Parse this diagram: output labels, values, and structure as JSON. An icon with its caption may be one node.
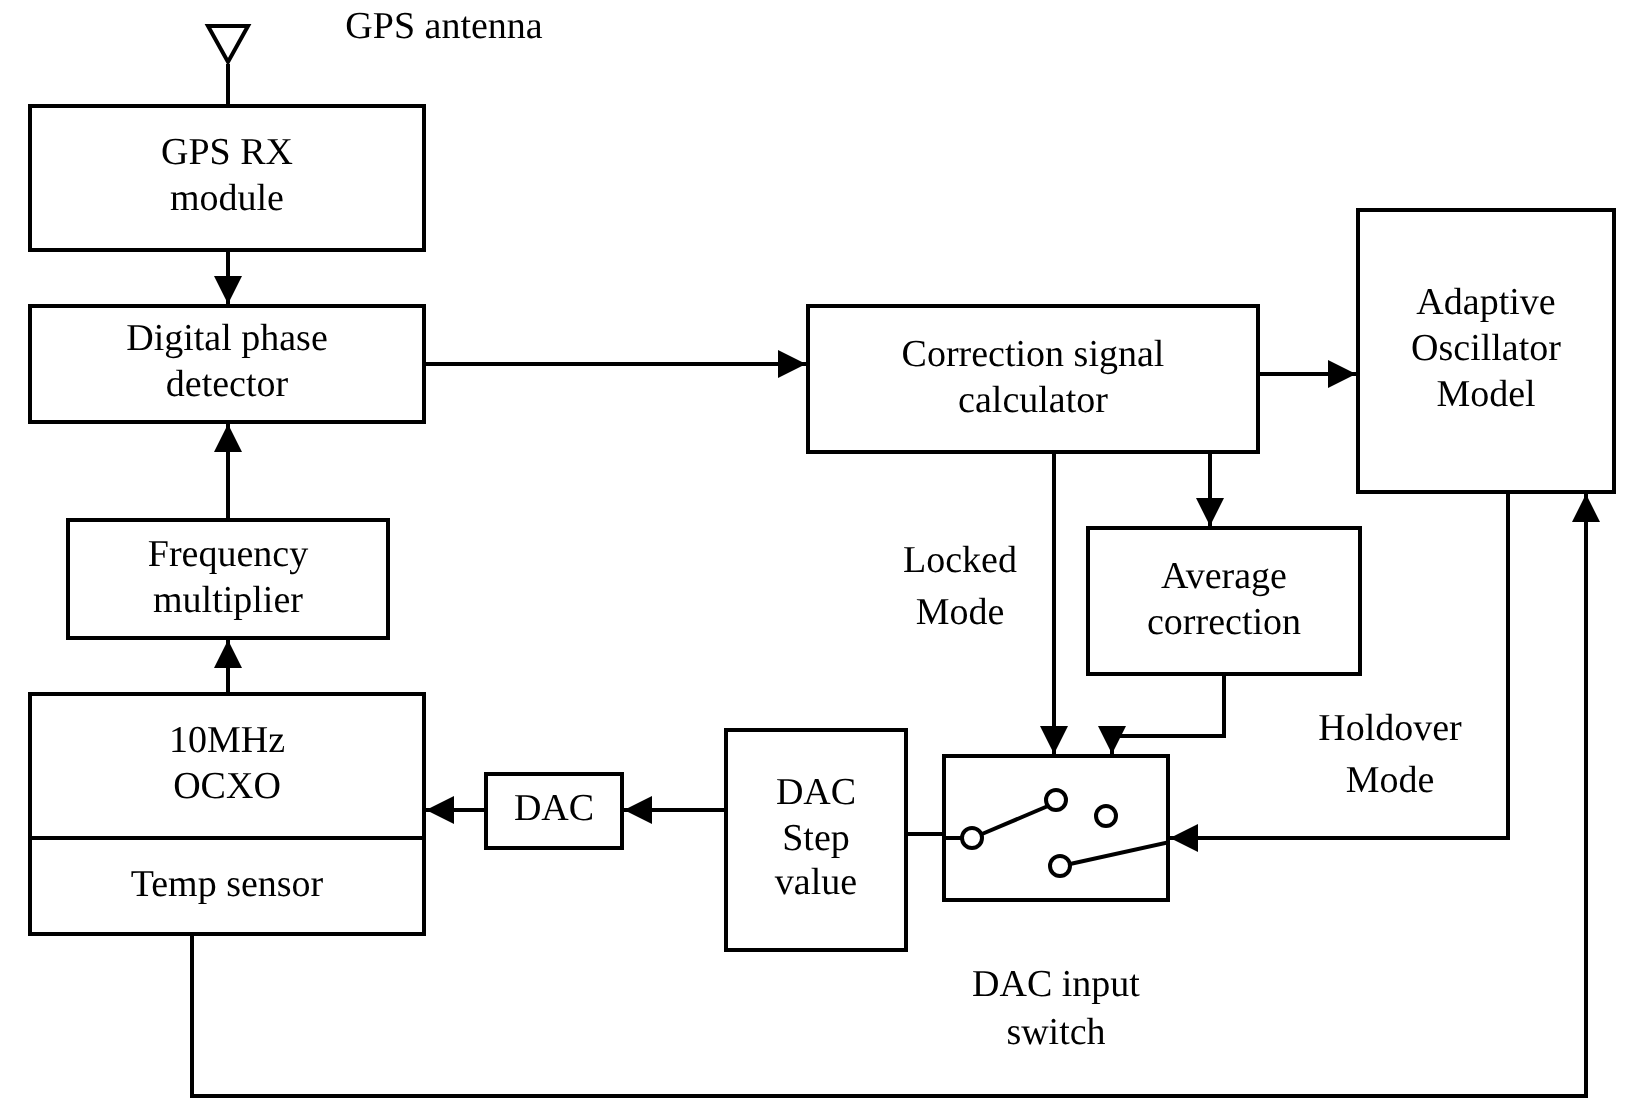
{
  "diagram": {
    "nodes": [
      {
        "text": [],
        "shape": "antenna",
        "beside": [
          "GPS antenna"
        ]
      },
      {
        "text": [
          "GPS RX module"
        ]
      },
      {
        "text": [
          "Digital phase detector"
        ]
      },
      {
        "text": [
          "Correction signal calculator"
        ]
      },
      {
        "text": [
          "Adaptive Oscillator Model"
        ]
      },
      {
        "text": [
          "Frequency multiplier"
        ]
      },
      {
        "text": [
          "Average correction"
        ]
      },
      {
        "text": [
          "10MHz OCXO"
        ]
      },
      {
        "text": [
          "Temp sensor"
        ],
        "in": 7
      },
      {
        "text": [
          "DAC"
        ]
      },
      {
        "text": [
          "DAC Step value"
        ]
      },
      {
        "text": [],
        "shape": "box",
        "beside": [
          "DAC input switch"
        ]
      }
    ],
    "edges": [
      {
        "from": 0,
        "to": 1,
        "arrow": "none"
      },
      {
        "from": 1,
        "to": 2,
        "arrow": "to"
      },
      {
        "from": 2,
        "to": 3,
        "arrow": "to"
      },
      {
        "from": 3,
        "to": 4,
        "arrow": "to"
      },
      {
        "from": 3,
        "to": 6,
        "arrow": "to"
      },
      {
        "from": 3,
        "to": 11,
        "arrow": "to",
        "label": "Locked Mode"
      },
      {
        "from": 6,
        "to": 11,
        "arrow": "to"
      },
      {
        "from": 4,
        "to": 11,
        "arrow": "to",
        "label": "Holdover Mode"
      },
      {
        "from": 11,
        "to": 10,
        "arrow": "none"
      },
      {
        "from": 10,
        "to": 9,
        "arrow": "to"
      },
      {
        "from": 9,
        "to": 7,
        "arrow": "to"
      },
      {
        "from": 7,
        "to": 5,
        "arrow": "to"
      },
      {
        "from": 5,
        "to": 2,
        "arrow": "to"
      },
      {
        "from": 8,
        "to": 4,
        "arrow": "to"
      }
    ]
  }
}
